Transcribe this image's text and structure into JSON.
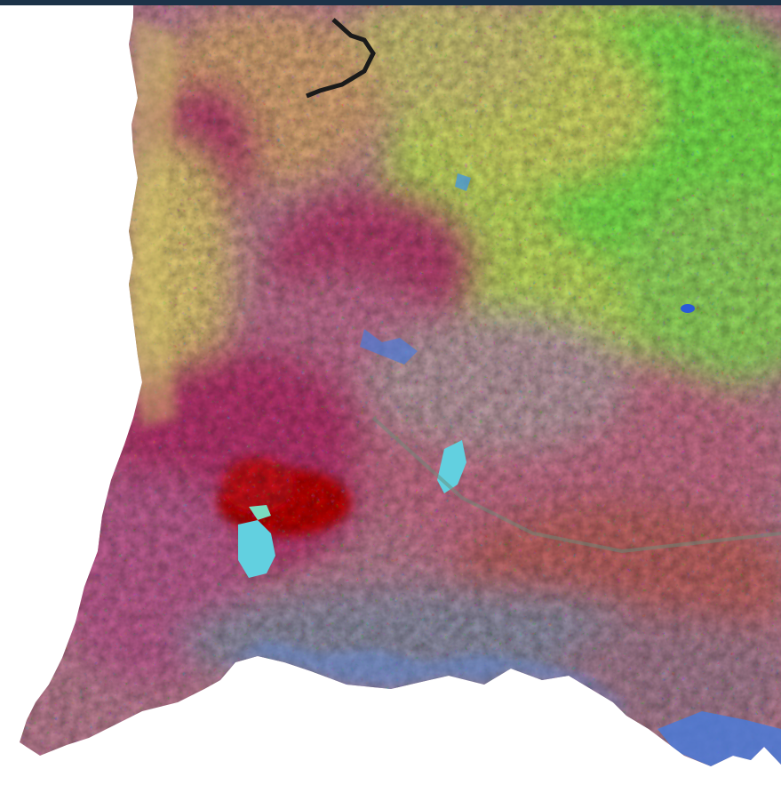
{
  "map": {
    "type": "false-color satellite land-cover composite",
    "background_color": "#ffffff",
    "palette": {
      "magenta": "#b83a72",
      "crimson": "#b8143a",
      "deep_red": "#b40000",
      "pink": "#c86a8c",
      "yellow": "#d8c86a",
      "yellow_green": "#b8d45a",
      "green": "#5ad84a",
      "lime": "#8ce040",
      "cyan": "#62d0e0",
      "blue": "#4a7ad8",
      "grey_violet": "#9a7aa0",
      "dark": "#1a1a1a"
    },
    "regions": [
      {
        "id": "north-east-farmland",
        "color": "yellow_green"
      },
      {
        "id": "central-magenta",
        "color": "magenta"
      },
      {
        "id": "south-west-magenta",
        "color": "magenta"
      },
      {
        "id": "red-core",
        "color": "deep_red"
      },
      {
        "id": "south-east-mixed",
        "color": "pink"
      },
      {
        "id": "southern-coast",
        "color": "grey_violet"
      },
      {
        "id": "west-coast-strip",
        "color": "yellow"
      }
    ],
    "water_bodies": [
      {
        "id": "reservoir-a",
        "color": "cyan"
      },
      {
        "id": "reservoir-b",
        "color": "cyan"
      },
      {
        "id": "reservoir-c",
        "color": "cyan"
      },
      {
        "id": "northern-river",
        "color": "dark"
      },
      {
        "id": "south-east-lagoon",
        "color": "blue"
      }
    ]
  }
}
